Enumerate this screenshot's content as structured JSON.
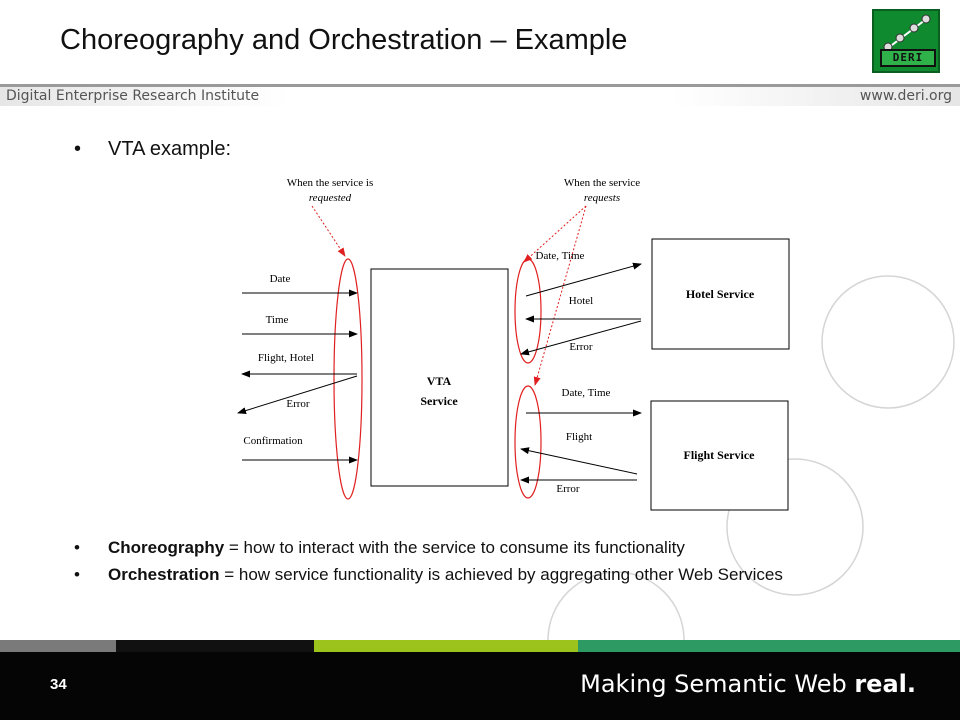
{
  "slide": {
    "title": "Choreography and Orchestration – Example",
    "header_left": "Digital Enterprise Research Institute",
    "header_right": "www.deri.org",
    "logo_text": "DERI",
    "bullets": [
      {
        "text": "VTA example:"
      },
      {
        "bold": "Choreography",
        "text": " = how to interact with the service to consume its functionality"
      },
      {
        "bold": "Orchestration",
        "text": " = how service functionality is achieved by aggregating other Web Services"
      }
    ],
    "page_number": "34",
    "tagline_regular": "Making Semantic Web ",
    "tagline_bold": "real."
  },
  "diagram": {
    "note_left": {
      "line1": "When the service is",
      "line2": "requested"
    },
    "note_right": {
      "line1": "When the service",
      "line2": "requests"
    },
    "vta": {
      "line1": "VTA",
      "line2": "Service"
    },
    "hotel": "Hotel Service",
    "flight": "Flight Service",
    "left_labels": [
      "Date",
      "Time",
      "Flight, Hotel",
      "Error",
      "Confirmation"
    ],
    "right_labels": [
      "Date, Time",
      "Hotel",
      "Error",
      "Date, Time",
      "Flight",
      "Error"
    ]
  },
  "colors": {
    "accent_red": "#e02020",
    "footer_grey": "#7a7a7a",
    "footer_black": "#111111",
    "footer_lime": "#9cc31c",
    "footer_green": "#2e9a63"
  }
}
